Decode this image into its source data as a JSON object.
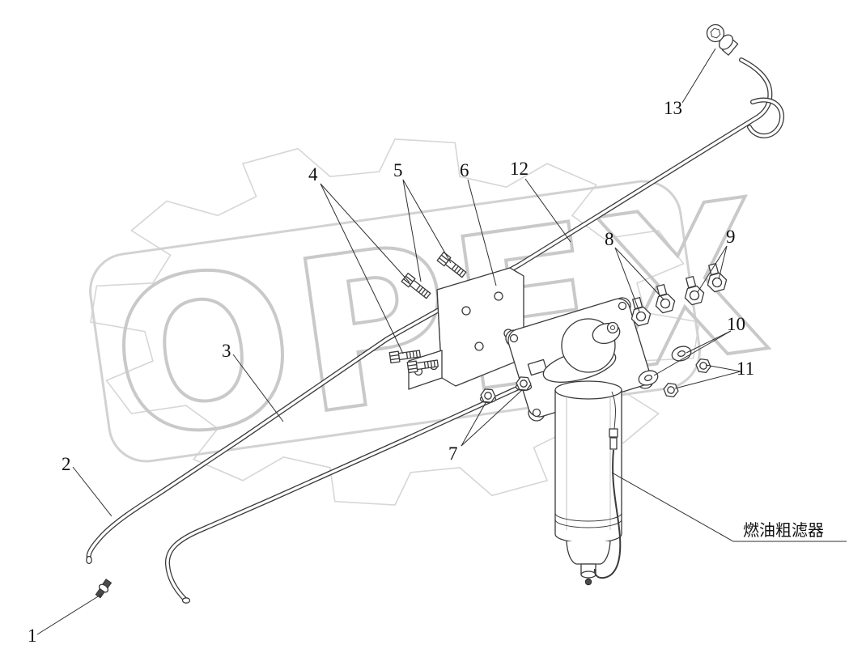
{
  "watermark": {
    "text": "OPEX"
  },
  "labels": {
    "filter_label": "燃油粗滤器"
  },
  "callouts": [
    {
      "id": "1"
    },
    {
      "id": "2"
    },
    {
      "id": "3"
    },
    {
      "id": "4"
    },
    {
      "id": "5"
    },
    {
      "id": "6"
    },
    {
      "id": "7"
    },
    {
      "id": "8"
    },
    {
      "id": "9"
    },
    {
      "id": "10"
    },
    {
      "id": "11"
    },
    {
      "id": "12"
    },
    {
      "id": "13"
    }
  ],
  "colors": {
    "line": "#3a3a3a",
    "watermark": "#cccccc",
    "background": "#ffffff"
  }
}
